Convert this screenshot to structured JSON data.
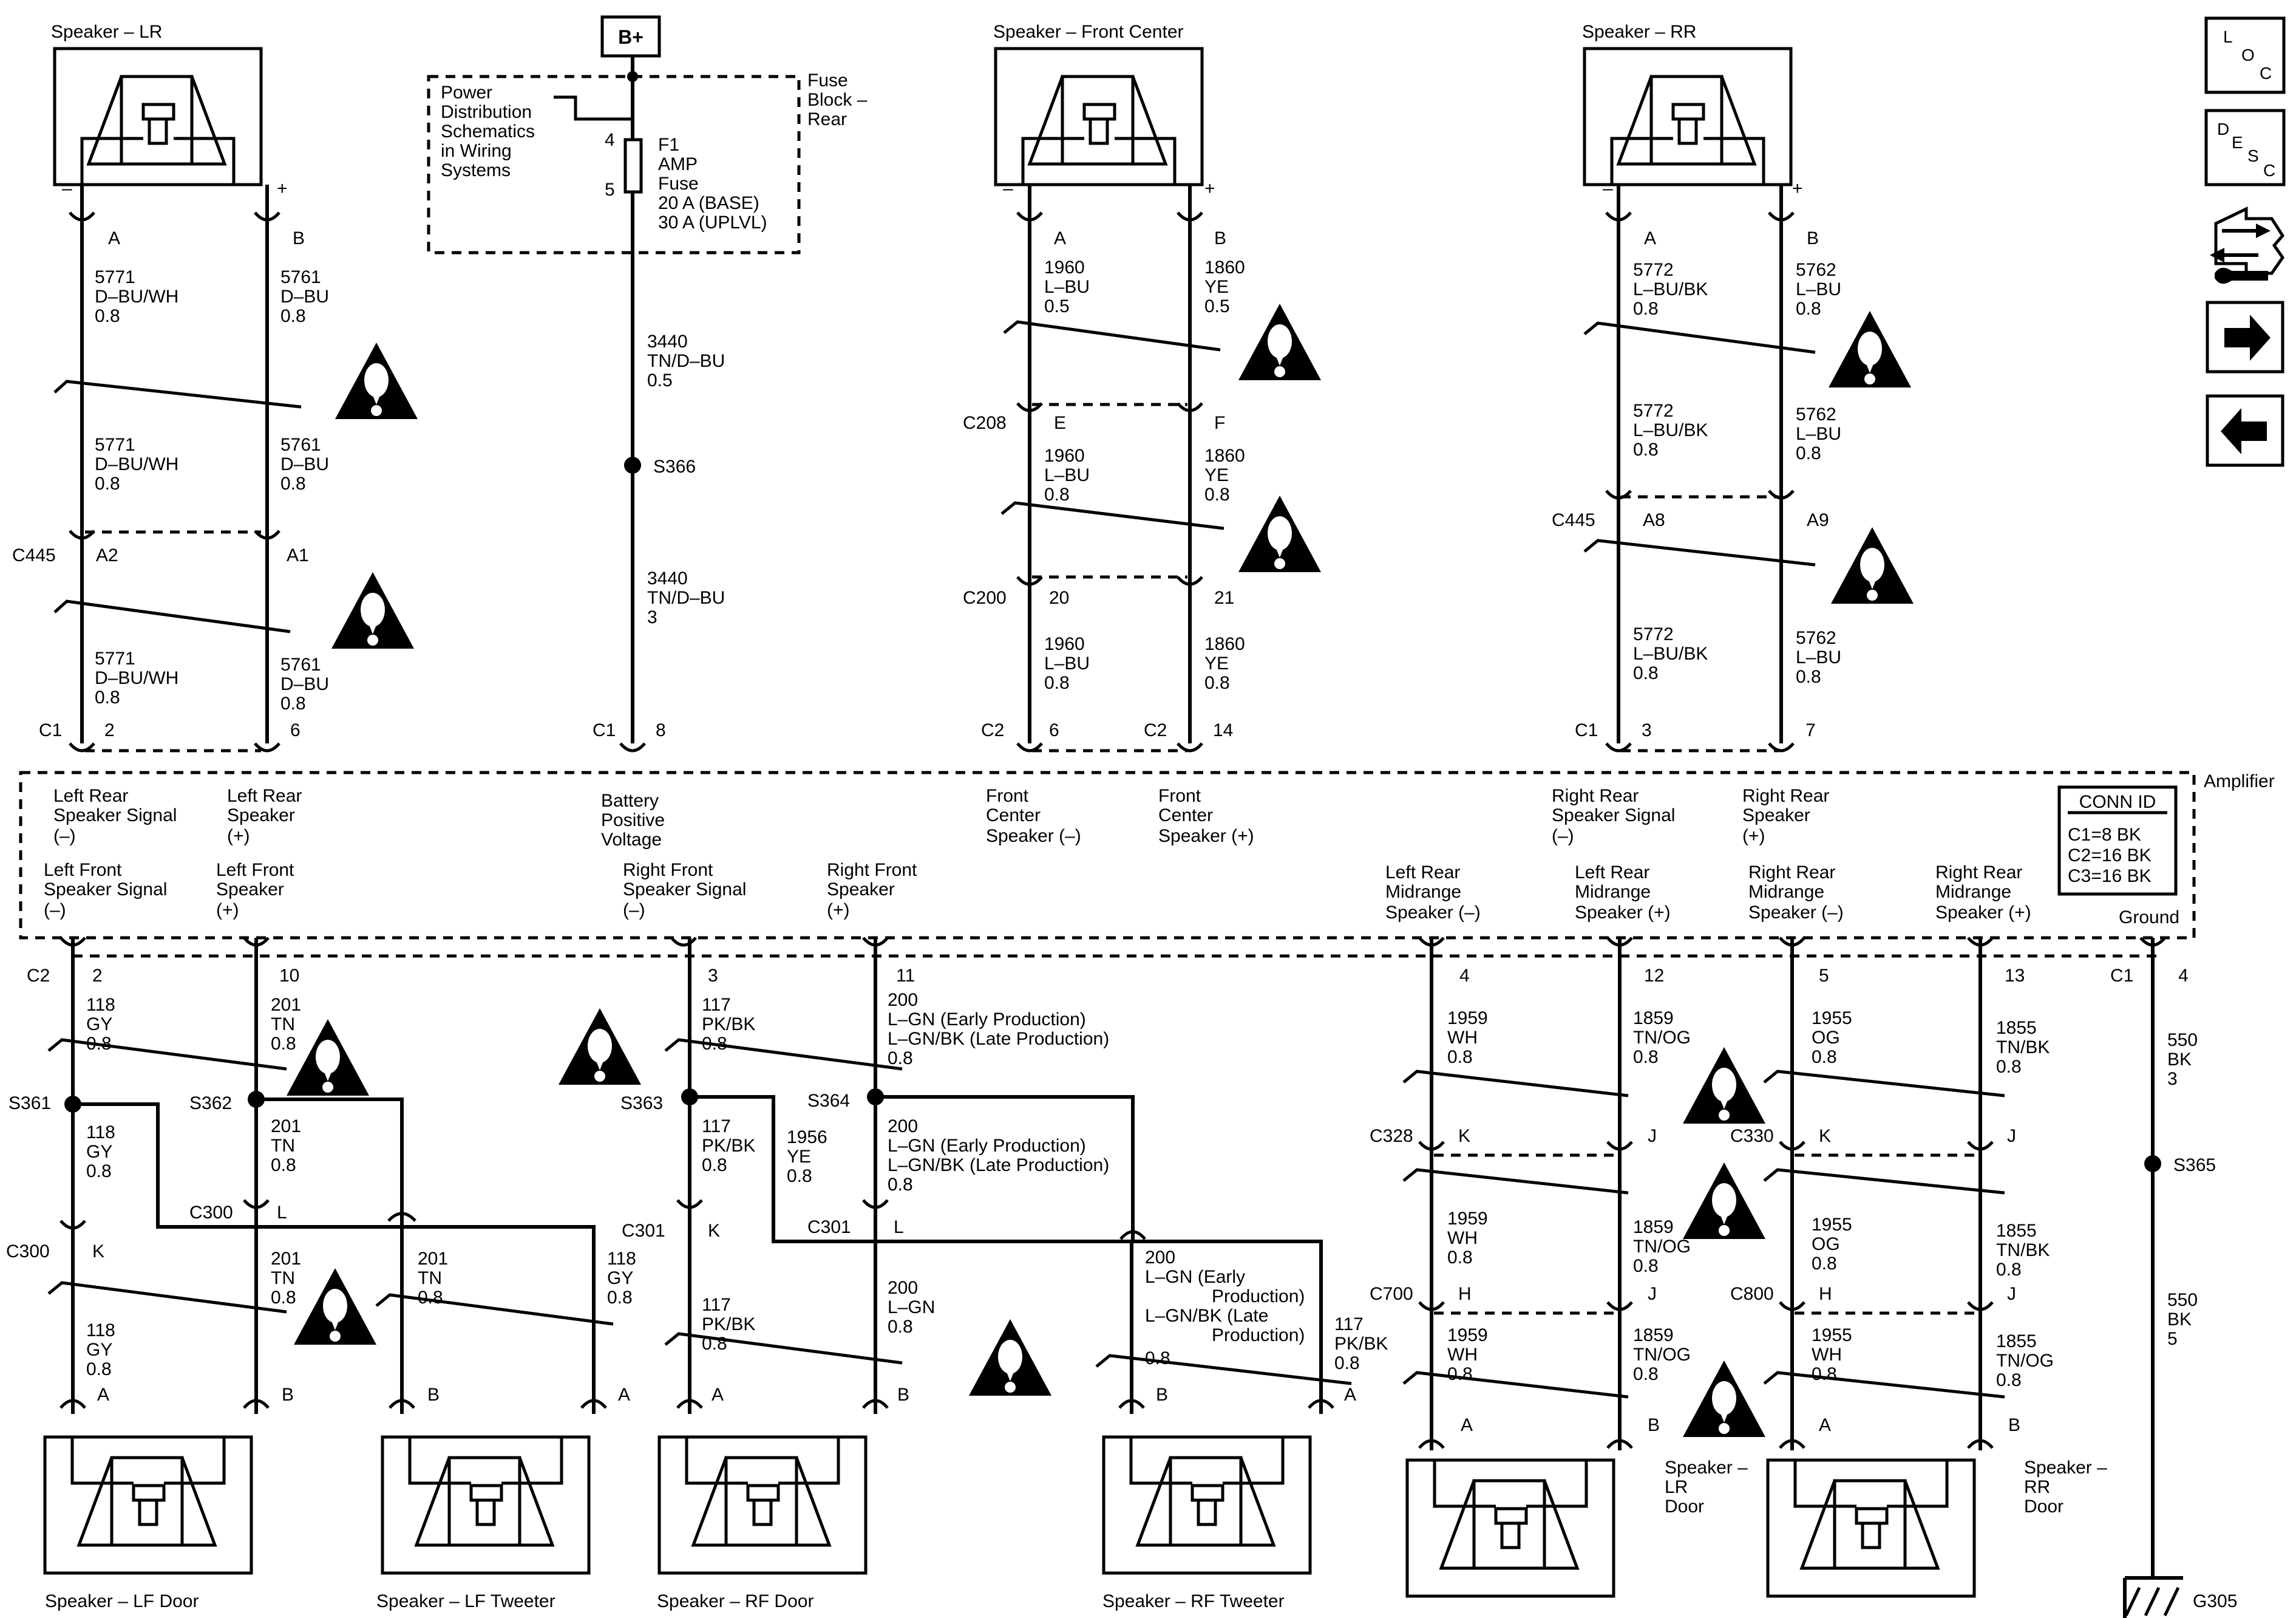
{
  "battery": "B+",
  "fuse_block": {
    "note": [
      "Power",
      "Distribution",
      "Schematics",
      "in Wiring",
      "Systems"
    ],
    "name": [
      "Fuse",
      "Block –",
      "Rear"
    ],
    "pin_top": "4",
    "pin_bottom": "5",
    "fuse_info": [
      "F1",
      "AMP",
      "Fuse",
      "20 A (BASE)",
      "30 A (UPLVL)"
    ]
  },
  "splices": {
    "s366": "S366",
    "s365": "S365",
    "s361": "S361",
    "s362": "S362",
    "s363": "S363",
    "s364": "S364"
  },
  "connectors": {
    "c445": "C445",
    "c208": "C208",
    "c200": "C200",
    "c1": "C1",
    "c2": "C2",
    "c300": "C300",
    "c301": "C301",
    "c328": "C328",
    "c330": "C330",
    "c700": "C700",
    "c800": "C800"
  },
  "pins": {
    "a": "A",
    "b": "B",
    "a2": "A2",
    "a1": "A1",
    "a8": "A8",
    "a9": "A9",
    "e": "E",
    "f": "F",
    "k": "K",
    "j": "J",
    "l": "L",
    "h": "H",
    "p2": "2",
    "p3": "3",
    "p4": "4",
    "p5": "5",
    "p6": "6",
    "p7": "7",
    "p8": "8",
    "p10": "10",
    "p11": "11",
    "p12": "12",
    "p13": "13",
    "p14": "14",
    "p20": "20",
    "p21": "21",
    "minus": "–",
    "plus": "+"
  },
  "speakers": {
    "lr": "Speaker – LR",
    "front_center": "Speaker – Front Center",
    "rr": "Speaker – RR",
    "lf_door": "Speaker – LF Door",
    "lf_tweeter": "Speaker – LF Tweeter",
    "rf_door": "Speaker – RF Door",
    "rf_tweeter": "Speaker – RF Tweeter",
    "lr_door": [
      "Speaker –",
      "LR",
      "Door"
    ],
    "rr_door": [
      "Speaker –",
      "RR",
      "Door"
    ]
  },
  "ground": {
    "label": "Ground",
    "id": "G305"
  },
  "amplifier": {
    "name": "Amplifier",
    "conn_id_title": "CONN ID",
    "conn_id": [
      "C1=8 BK",
      "C2=16 BK",
      "C3=16 BK"
    ],
    "labels": [
      [
        "Left Rear",
        "Speaker Signal",
        "(–)"
      ],
      [
        "Left Rear",
        "Speaker",
        "(+)"
      ],
      [
        "Battery",
        "Positive",
        "Voltage"
      ],
      [
        "Front",
        "Center",
        "Speaker (–)"
      ],
      [
        "Front",
        "Center",
        "Speaker (+)"
      ],
      [
        "Right Rear",
        "Speaker Signal",
        "(–)"
      ],
      [
        "Right Rear",
        "Speaker",
        "(+)"
      ],
      [
        "Left Front",
        "Speaker Signal",
        "(–)"
      ],
      [
        "Left Front",
        "Speaker",
        "(+)"
      ],
      [
        "Right Front",
        "Speaker Signal",
        "(–)"
      ],
      [
        "Right Front",
        "Speaker",
        "(+)"
      ],
      [
        "Left Rear",
        "Midrange",
        "Speaker (–)"
      ],
      [
        "Left Rear",
        "Midrange",
        "Speaker (+)"
      ],
      [
        "Right Rear",
        "Midrange",
        "Speaker (–)"
      ],
      [
        "Right Rear",
        "Midrange",
        "Speaker (+)"
      ]
    ]
  },
  "wires": [
    [
      "5771",
      "D–BU/WH",
      "0.8"
    ],
    [
      "5761",
      "D–BU",
      "0.8"
    ],
    [
      "3440",
      "TN/D–BU",
      "0.5"
    ],
    [
      "3440",
      "TN/D–BU",
      "3"
    ],
    [
      "1960",
      "L–BU",
      "0.5"
    ],
    [
      "1860",
      "YE",
      "0.5"
    ],
    [
      "1960",
      "L–BU",
      "0.8"
    ],
    [
      "1860",
      "YE",
      "0.8"
    ],
    [
      "5772",
      "L–BU/BK",
      "0.8"
    ],
    [
      "5762",
      "L–BU",
      "0.8"
    ],
    [
      "118",
      "GY",
      "0.8"
    ],
    [
      "201",
      "TN",
      "0.8"
    ],
    [
      "117",
      "PK/BK",
      "0.8"
    ],
    [
      "200",
      "L–GN (Early Production)",
      "L–GN/BK (Late Production)",
      "0.8"
    ],
    [
      "1956",
      "YE",
      "0.8"
    ],
    [
      "200",
      "L–GN",
      "0.8"
    ],
    [
      "200",
      "L–GN (Early",
      "Production)",
      "L–GN/BK (Late",
      "Production)"
    ],
    [
      "1959",
      "WH",
      "0.8"
    ],
    [
      "1859",
      "TN/OG",
      "0.8"
    ],
    [
      "1955",
      "OG",
      "0.8"
    ],
    [
      "1855",
      "TN/BK",
      "0.8"
    ],
    [
      "1955",
      "WH",
      "0.8"
    ],
    [
      "1855",
      "TN/OG",
      "0.8"
    ],
    [
      "550",
      "BK",
      "3"
    ],
    [
      "550",
      "BK",
      "5"
    ],
    [
      "0.8"
    ],
    [
      "117",
      "PK/BK",
      "0.8"
    ]
  ],
  "nav": {
    "loc": [
      "L",
      "O",
      "C"
    ],
    "desc": [
      "D",
      "E",
      "S",
      "C"
    ]
  }
}
